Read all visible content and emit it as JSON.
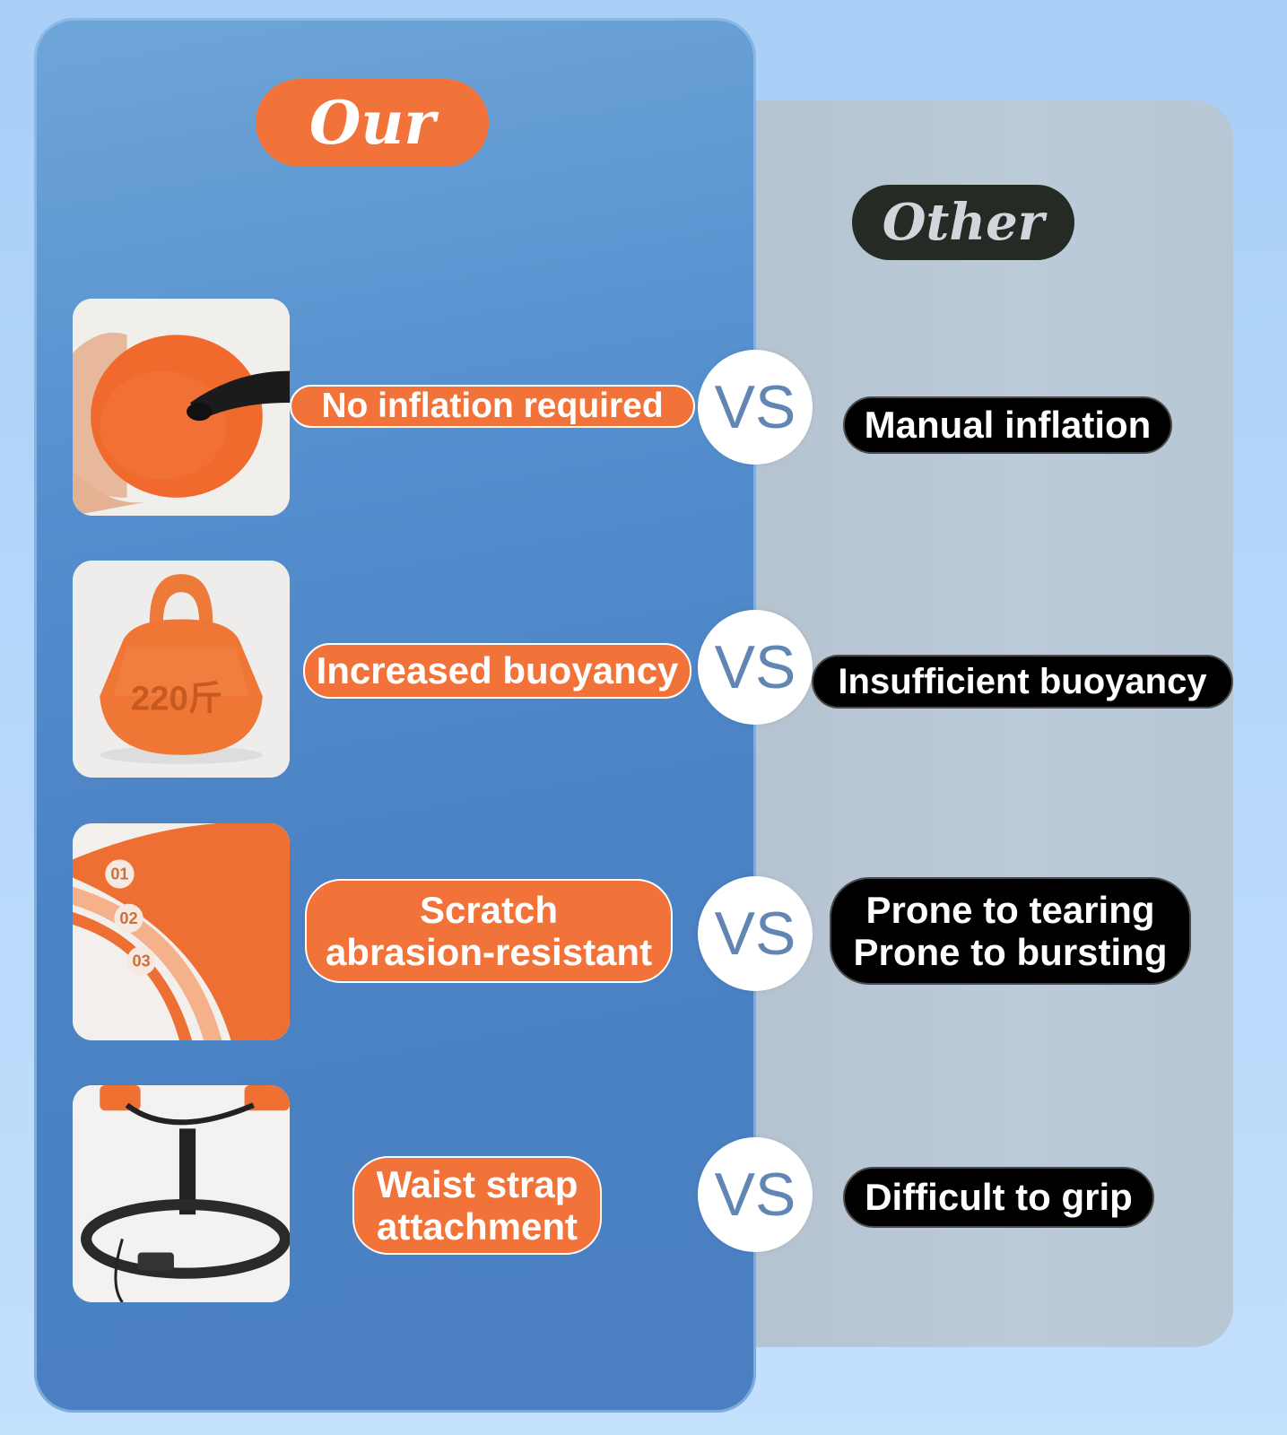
{
  "header": {
    "our_label": "Our",
    "other_label": "Other"
  },
  "vs_label": "VS",
  "rows": [
    {
      "image_icon": "orange-foam-float-in-hand",
      "our_text": "No inflation required",
      "other_text": "Manual inflation"
    },
    {
      "image_icon": "orange-kettlebell-weight",
      "our_text": "Increased buoyancy",
      "other_text": "Insufficient buoyancy",
      "image_marking": "220斤"
    },
    {
      "image_icon": "orange-layered-material",
      "our_text_lines": [
        "Scratch",
        "abrasion-resistant"
      ],
      "other_text_lines": [
        "Prone to tearing",
        "Prone to bursting"
      ],
      "layer_labels": [
        "01",
        "02",
        "03"
      ]
    },
    {
      "image_icon": "waist-strap-belt",
      "our_text_lines": [
        "Waist strap",
        "attachment"
      ],
      "other_text": "Difficult to grip"
    }
  ],
  "colors": {
    "accent_orange": "#f2733a",
    "our_panel": "#4a82c4",
    "other_panel": "#bccbd8",
    "vs_text": "#6286b4"
  }
}
